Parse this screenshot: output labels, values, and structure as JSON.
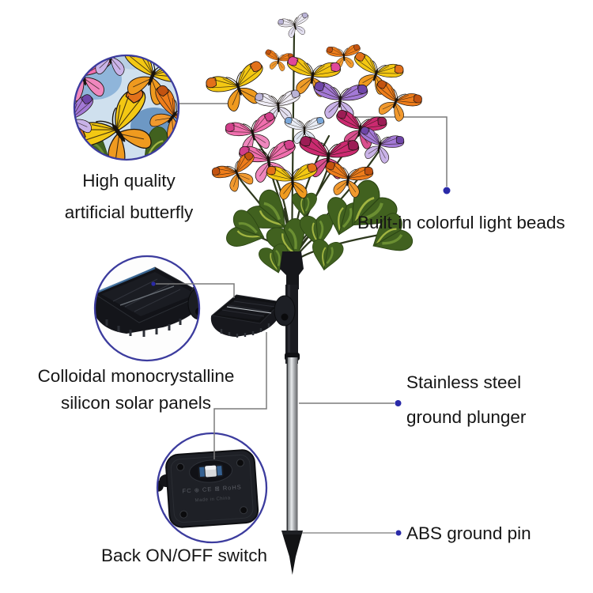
{
  "palette": {
    "background": "#ffffff",
    "text": "#161616",
    "callout_line": "#7b7b7b",
    "callout_dot": "#2a2aa8",
    "bubble_border": "#3c3c9e"
  },
  "annotations": {
    "butterfly": {
      "line1": "High quality",
      "line2": "artificial butterfly"
    },
    "light_beads": {
      "text": "Built-in colorful light beads"
    },
    "solar_panel": {
      "line1": "Colloidal monocrystalline",
      "line2": "silicon solar panels"
    },
    "plunger": {
      "line1": "Stainless steel",
      "line2": "ground plunger"
    },
    "ground_pin": {
      "text": "ABS ground pin"
    },
    "switch": {
      "text": "Back ON/OFF switch"
    }
  },
  "product_markings": {
    "cert_row": "FC ⊕ CE ⊠ RoHS",
    "origin": "Made in China"
  }
}
